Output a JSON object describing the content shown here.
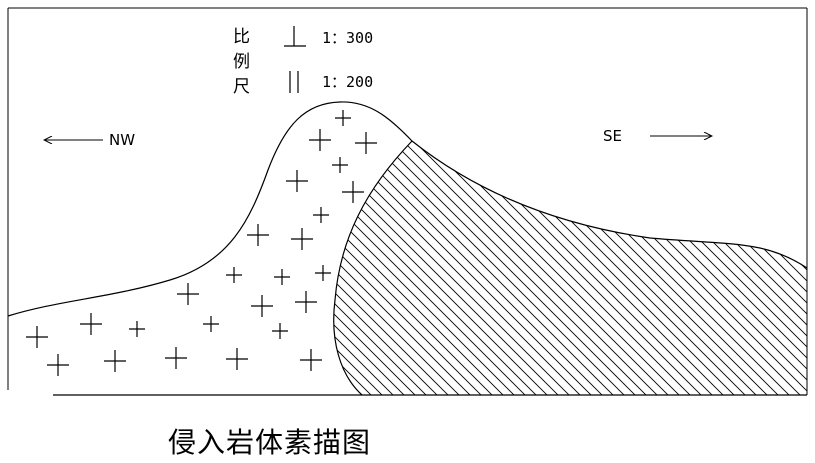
{
  "scale": {
    "label_chars": [
      "比",
      "例",
      "尺"
    ],
    "horizontal_ratio": "1：300",
    "vertical_ratio": "1：200"
  },
  "directions": {
    "left": "NW",
    "right": "SE"
  },
  "caption": "侵入岩体素描图"
}
